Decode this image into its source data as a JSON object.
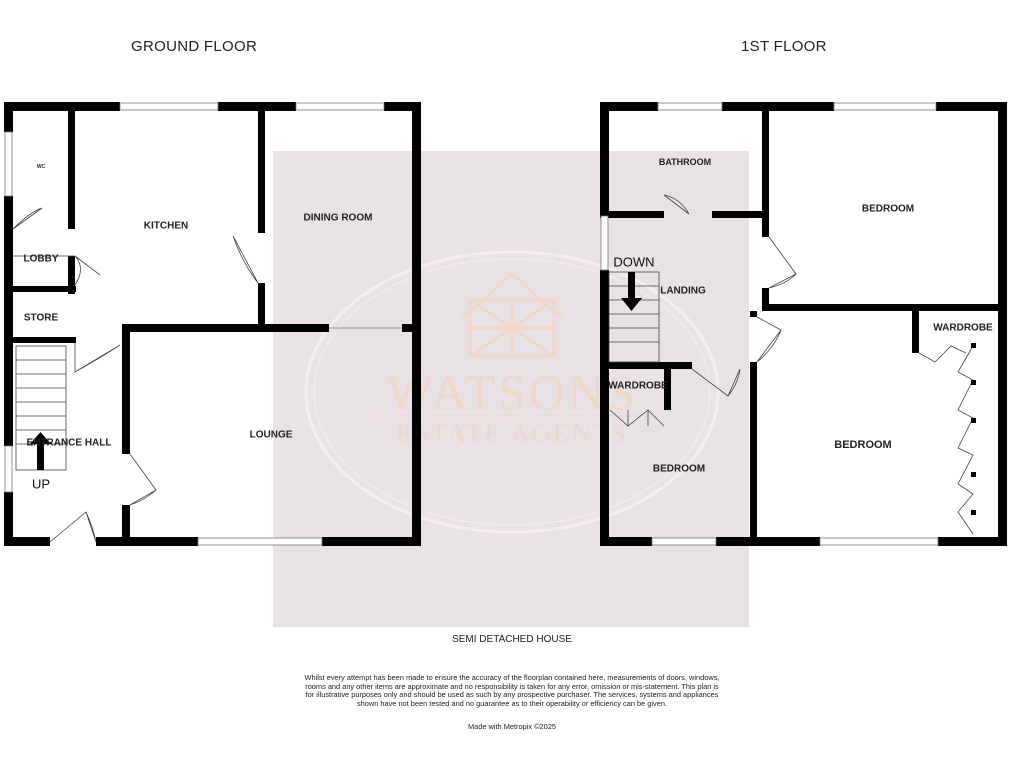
{
  "floors": {
    "ground": {
      "title": "GROUND FLOOR"
    },
    "first": {
      "title": "1ST FLOOR"
    }
  },
  "rooms": {
    "wc": "WC",
    "kitchen": "KITCHEN",
    "dining_room": "DINING ROOM",
    "lobby": "LOBBY",
    "store": "STORE",
    "lounge": "LOUNGE",
    "entrance_hall": "ENTRANCE HALL",
    "bathroom": "BATHROOM",
    "bedroom_rear": "BEDROOM",
    "landing": "LANDING",
    "wardrobe_first": "WARDROBE",
    "wardrobe_small": "WARDROBE",
    "bedroom_small": "BEDROOM",
    "bedroom_front": "BEDROOM"
  },
  "stairs": {
    "up": "UP",
    "down": "DOWN"
  },
  "watermark": {
    "line1": "WATSONS",
    "line2": "ESTATE AGENTS"
  },
  "caption": "SEMI DETACHED HOUSE",
  "disclaimer": "Whilst every attempt has been made to ensure the accuracy of the floorplan contained here, measurements of doors, windows, rooms and any other items are approximate and no responsibility is taken for any error, omission or mis-statement. This plan is for illustrative purposes only and should be used as such by any prospective purchaser. The services, systems and appliances shown have not been tested and no guarantee as to their operability or efficiency can be given.",
  "credit": "Made with Metropix ©2025",
  "colors": {
    "wall": "#000000",
    "watermark_panel": "#e8e1e5",
    "watermark_text": "#f3d8c6"
  }
}
